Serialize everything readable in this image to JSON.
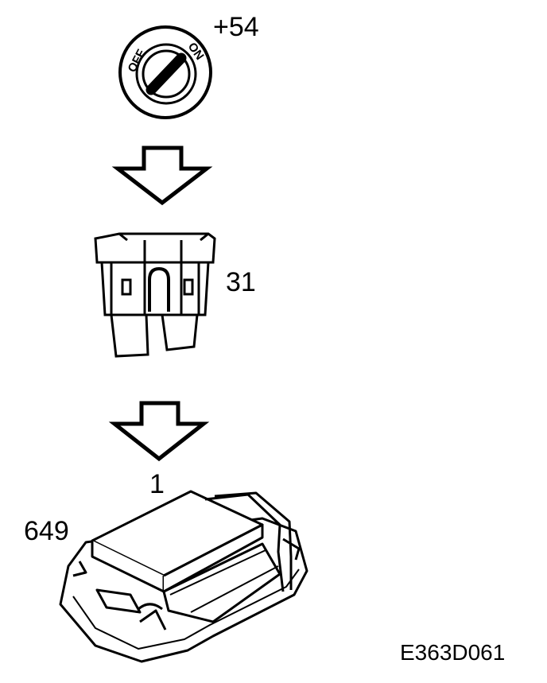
{
  "ignition": {
    "label": "+54",
    "off_text": "OFF",
    "on_text": "ON"
  },
  "fuse": {
    "label": "31"
  },
  "module": {
    "pin_label": "1",
    "component_label": "649"
  },
  "figure_code": "E363D061",
  "colors": {
    "line": "#000000",
    "background": "#ffffff"
  }
}
